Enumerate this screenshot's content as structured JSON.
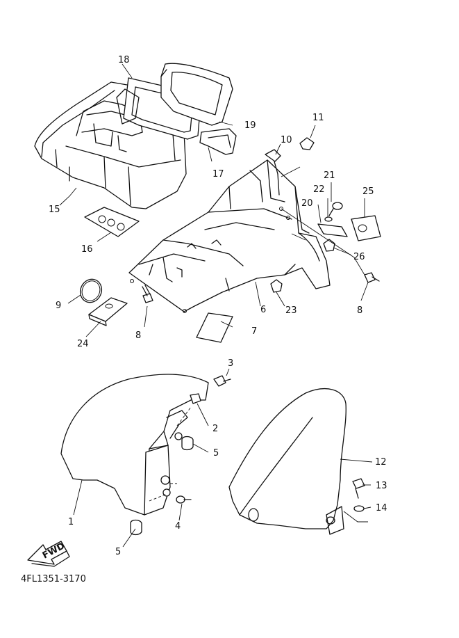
{
  "diagram": {
    "drawing_code": "4FL1351-3170",
    "fwd_label": "FWD",
    "callouts": [
      {
        "id": "c1",
        "label": "1"
      },
      {
        "id": "c2",
        "label": "2"
      },
      {
        "id": "c3",
        "label": "3"
      },
      {
        "id": "c4",
        "label": "4"
      },
      {
        "id": "c5a",
        "label": "5"
      },
      {
        "id": "c5b",
        "label": "5"
      },
      {
        "id": "c6",
        "label": "6"
      },
      {
        "id": "c7",
        "label": "7"
      },
      {
        "id": "c8a",
        "label": "8"
      },
      {
        "id": "c8b",
        "label": "8"
      },
      {
        "id": "c9",
        "label": "9"
      },
      {
        "id": "c10",
        "label": "10"
      },
      {
        "id": "c11",
        "label": "11"
      },
      {
        "id": "c12",
        "label": "12"
      },
      {
        "id": "c13",
        "label": "13"
      },
      {
        "id": "c14",
        "label": "14"
      },
      {
        "id": "c15",
        "label": "15"
      },
      {
        "id": "c16",
        "label": "16"
      },
      {
        "id": "c17",
        "label": "17"
      },
      {
        "id": "c18",
        "label": "18"
      },
      {
        "id": "c19",
        "label": "19"
      },
      {
        "id": "c20",
        "label": "20"
      },
      {
        "id": "c21",
        "label": "21"
      },
      {
        "id": "c22",
        "label": "22"
      },
      {
        "id": "c23",
        "label": "23"
      },
      {
        "id": "c24",
        "label": "24"
      },
      {
        "id": "c25",
        "label": "25"
      },
      {
        "id": "c26",
        "label": "26"
      }
    ]
  }
}
